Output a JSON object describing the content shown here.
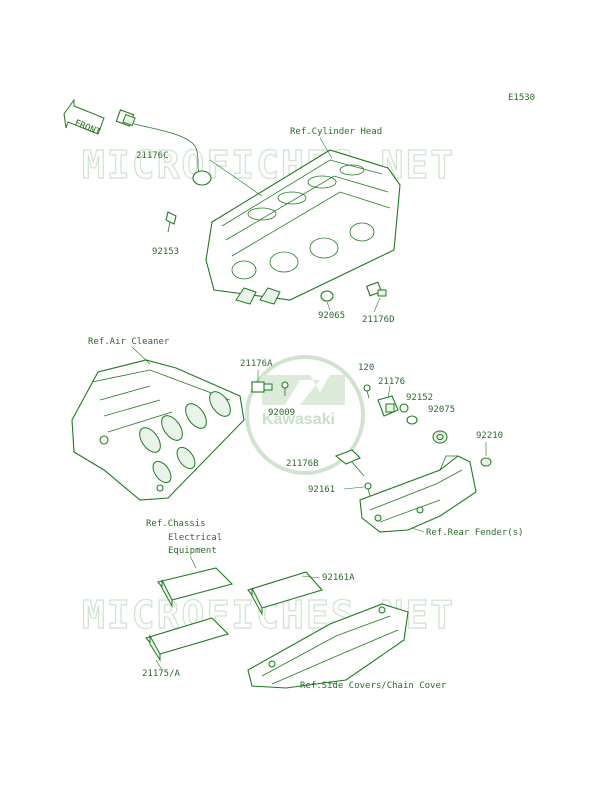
{
  "diagram_id": "E1530",
  "front_label": "FRONT",
  "logo_text": "Kawasaki",
  "watermark": "MICROFICHES.NET",
  "labels": {
    "cyl_head": "Ref.Cylinder Head",
    "p21176C": "21176C",
    "p92153": "92153",
    "p92065": "92065",
    "p21176D": "21176D",
    "air_cleaner": "Ref.Air Cleaner",
    "p21176A": "21176A",
    "p92009": "92009",
    "p120": "120",
    "p21176": "21176",
    "p92152": "92152",
    "p92075": "92075",
    "p92210": "92210",
    "p21176B": "21176B",
    "p92161": "92161",
    "rear_fender": "Ref.Rear Fender(s)",
    "chassis_1": "Ref.Chassis",
    "chassis_2": "Electrical",
    "chassis_3": "Equipment",
    "p92161A": "92161A",
    "p21175A": "21175/A",
    "side_covers": "Ref.Side Covers/Chain Cover"
  }
}
